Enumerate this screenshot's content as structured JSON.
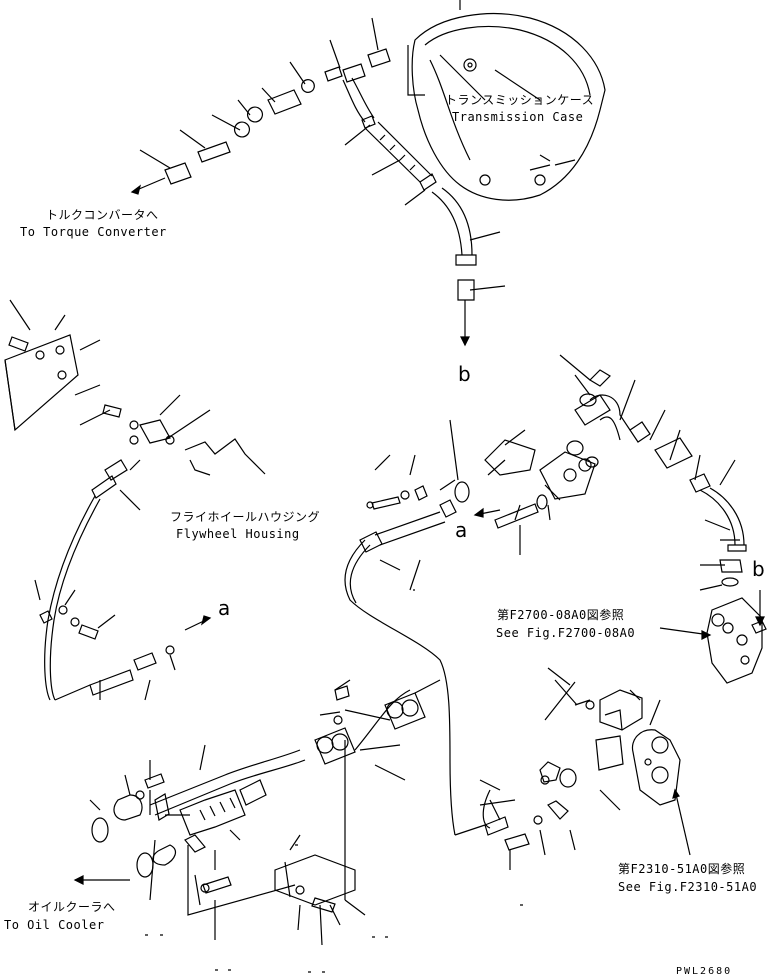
{
  "labels": {
    "transmission_case": {
      "ja": "トランスミッションケース",
      "en": "Transmission Case"
    },
    "torque_converter": {
      "ja": "トルクコンバータへ",
      "en": "To Torque Converter"
    },
    "flywheel_housing": {
      "ja": "フライホイールハウジング",
      "en": "Flywheel Housing"
    },
    "oil_cooler": {
      "ja": "オイルクーラへ",
      "en": "To Oil Cooler"
    },
    "see_fig_2700": {
      "ja": "第F2700-08A0図参照",
      "en": "See Fig.F2700-08A0"
    },
    "see_fig_2310": {
      "ja": "第F2310-51A0図参照",
      "en": "See Fig.F2310-51A0"
    }
  },
  "connectors": {
    "b_top": "b",
    "b_right": "b",
    "a_mid": "a",
    "a_left": "a"
  },
  "drawing_id": "PWL2680"
}
